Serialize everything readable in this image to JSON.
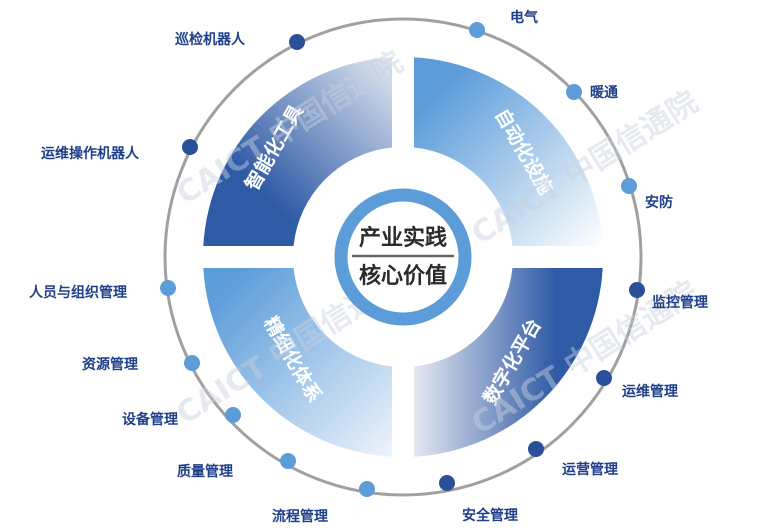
{
  "center": {
    "line1": "产业实践",
    "line2": "核心价值"
  },
  "quadrants": [
    {
      "id": "tl",
      "label": "智能化工具"
    },
    {
      "id": "tr",
      "label": "自动化设施"
    },
    {
      "id": "bl",
      "label": "精细化体系"
    },
    {
      "id": "br",
      "label": "数字化平台"
    }
  ],
  "nodes": [
    {
      "label": "电气",
      "tone": "light"
    },
    {
      "label": "暖通",
      "tone": "light"
    },
    {
      "label": "安防",
      "tone": "light"
    },
    {
      "label": "监控管理",
      "tone": "dark"
    },
    {
      "label": "运维管理",
      "tone": "dark"
    },
    {
      "label": "运营管理",
      "tone": "dark"
    },
    {
      "label": "安全管理",
      "tone": "dark"
    },
    {
      "label": "流程管理",
      "tone": "light"
    },
    {
      "label": "质量管理",
      "tone": "light"
    },
    {
      "label": "设备管理",
      "tone": "light"
    },
    {
      "label": "资源管理",
      "tone": "light"
    },
    {
      "label": "人员与组织管理",
      "tone": "light"
    },
    {
      "label": "运维操作机器人",
      "tone": "dark"
    },
    {
      "label": "巡检机器人",
      "tone": "dark"
    }
  ],
  "watermark": "CAICT 中国信通院",
  "colors": {
    "dark": "#2b4f98",
    "light": "#5b9cd9",
    "ring": "#9a9a9a",
    "label": "#1f3f8a"
  }
}
